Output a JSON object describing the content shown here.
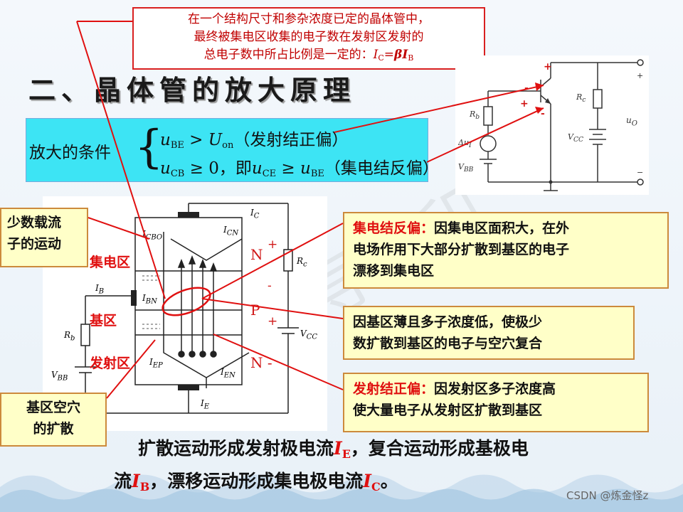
{
  "note": {
    "line1": "在一个结构尺寸和参杂浓度已定的晶体管中，",
    "line2": "最终被集电区收集的电子数在发射区发射的",
    "line3_text": "总电子数中所占比例是一定的：",
    "formula": {
      "lhs": "I",
      "lhs_sub": "C",
      "eq": "=",
      "beta": "β",
      "rhs": "I",
      "rhs_sub": "B"
    }
  },
  "title": "二、晶体管的放大原理",
  "condition": {
    "label": "放大的条件",
    "brace": "{",
    "line1": {
      "u": "u",
      "sub": "BE",
      "rel": " > ",
      "U": "U",
      "U_sub": "on",
      "text": "（发射结正偏）"
    },
    "line2": {
      "u": "u",
      "sub": "CB",
      "rel": " ≥ 0，即",
      "u2": "u",
      "sub2": "CE",
      "rel2": " ≥ ",
      "u3": "u",
      "sub3": "BE",
      "text": "（集电结反偏）"
    }
  },
  "circuit": {
    "plus1": "+",
    "minus1": "-",
    "plus2": "+",
    "minus2": "-",
    "rb_label": "R",
    "rb_sub": "b",
    "rc_label": "R",
    "rc_sub": "c",
    "du_label": "Δu",
    "du_sub": "I",
    "vbb_label": "V",
    "vbb_sub": "BB",
    "vcc_label": "V",
    "vcc_sub": "CC",
    "uo_label": "u",
    "uo_sub": "O",
    "out_plus": "+",
    "out_minus": "−"
  },
  "left_labels": {
    "minority": [
      "少数载流",
      "子的运动"
    ],
    "collector": "集电区",
    "base": "基区",
    "emitter": "发射区",
    "hole": [
      "基区空穴",
      "的扩散"
    ]
  },
  "diagram": {
    "ic": "I",
    "ic_sub": "C",
    "icbo": "I",
    "icbo_sub": "CBO",
    "icn": "I",
    "icn_sub": "CN",
    "ib": "I",
    "ib_sub": "B",
    "ibn": "I",
    "ibn_sub": "BN",
    "iep": "I",
    "iep_sub": "EP",
    "ien": "I",
    "ien_sub": "EN",
    "ie": "I",
    "ie_sub": "E",
    "rb": "R",
    "rb_sub": "b",
    "rc": "R",
    "rc_sub": "c",
    "vbb": "V",
    "vbb_sub": "BB",
    "vcc": "V",
    "vcc_sub": "CC",
    "n_top": "N",
    "p_mid": "P",
    "n_bot": "N -",
    "plus_a": "+",
    "minus_a": "-",
    "plus_b": "+"
  },
  "callouts": {
    "collector": {
      "head": "集电结反偏：",
      "body1": "因集电区面积大，在外",
      "body2": "电场作用下大部分扩散到基区的电子",
      "body3": "漂移到集电区"
    },
    "base": {
      "line1": "因基区薄且多子浓度低，使极少",
      "line2": "数扩散到基区的电子与空穴复合"
    },
    "emitter": {
      "head": "发射结正偏：",
      "body1": "因发射区多子浓度高",
      "body2": "使大量电子从发射区扩散到基区"
    }
  },
  "bottom": {
    "p1": "扩散运动形成发射极电流",
    "ie": "I",
    "ie_sub": "E",
    "p2": "，复合运动形成基极电",
    "p3": "流",
    "ib": "I",
    "ib_sub": "B",
    "p4": "，漂移运动形成集电极电流",
    "ic": "I",
    "ic_sub": "C",
    "p5": "。"
  },
  "watermark": "华金导张印",
  "credit": "CSDN @炼金怪z"
}
